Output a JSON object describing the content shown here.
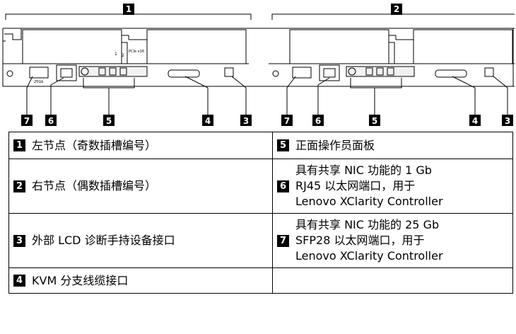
{
  "callouts": [
    "1",
    "2",
    "3",
    "4",
    "5",
    "6",
    "7"
  ],
  "node_labels": {
    "slot_1": "1",
    "slot_2": "2",
    "pcie": "PCIe x16",
    "port_25gb": "25Gb"
  },
  "legend": [
    {
      "left": {
        "num": "1",
        "text": "左节点（奇数插槽编号）"
      },
      "right": {
        "num": "5",
        "lines": [
          "正面操作员面板"
        ]
      }
    },
    {
      "left": {
        "num": "2",
        "text": "右节点（偶数插槽编号）"
      },
      "right": {
        "num": "6",
        "lines": [
          "具有共享 NIC 功能的 1 Gb",
          "RJ45 以太网端口，用于",
          "Lenovo XClarity Controller"
        ]
      }
    },
    {
      "left": {
        "num": "3",
        "text": "外部 LCD 诊断手持设备接口"
      },
      "right": {
        "num": "7",
        "lines": [
          "具有共享 NIC 功能的 25 Gb",
          "SFP28 以太网端口，用于",
          "Lenovo XClarity Controller"
        ]
      }
    },
    {
      "left": {
        "num": "4",
        "text": "KVM 分支线缆接口"
      },
      "right": {
        "num": "",
        "lines": []
      }
    }
  ],
  "colors": {
    "badge_bg": "#000000",
    "badge_fg": "#ffffff",
    "line": "#000000",
    "panel_fill": "#f2f2f2"
  }
}
